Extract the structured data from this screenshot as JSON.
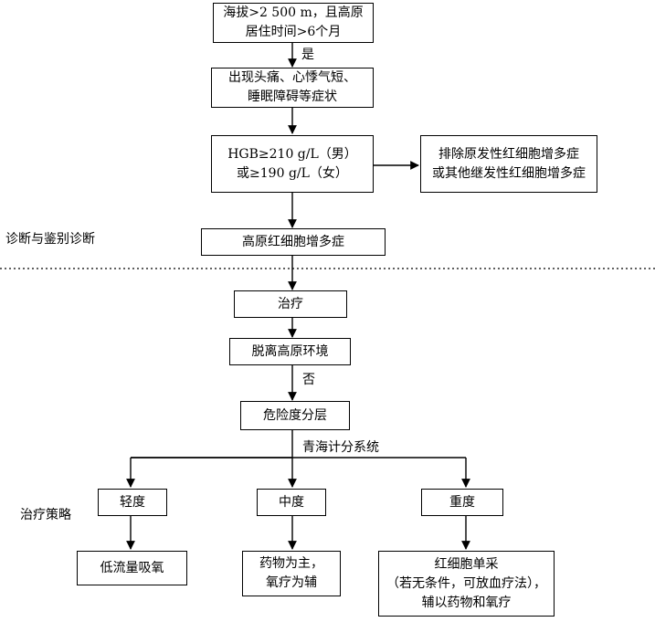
{
  "sections": {
    "diagnosis": "诊断与鉴别诊断",
    "treatment": "治疗策略"
  },
  "nodes": {
    "altitude": [
      "海拔>2 500 m，且高原",
      "居住时间>6个月"
    ],
    "symptoms": [
      "出现头痛、心悸气短、",
      "睡眠障碍等症状"
    ],
    "hgb": [
      "HGB≥210 g/L（男）",
      "或≥190 g/L（女）"
    ],
    "exclude": [
      "排除原发性红细胞增多症",
      "或其他继发性红细胞增多症"
    ],
    "hapc": "高原红细胞增多症",
    "treat": "治疗",
    "leave": "脱离高原环境",
    "risk": "危险度分层",
    "mild": "轻度",
    "moderate": "中度",
    "severe": "重度",
    "low_flow_oxygen": "低流量吸氧",
    "drug_main": [
      "药物为主，",
      "氧疗为辅"
    ],
    "rbc_apheresis": [
      "红细胞单采",
      "（若无条件，可放血疗法），",
      "辅以药物和氧疗"
    ]
  },
  "edge_labels": {
    "yes": "是",
    "no": "否",
    "system": "青海计分系统"
  }
}
